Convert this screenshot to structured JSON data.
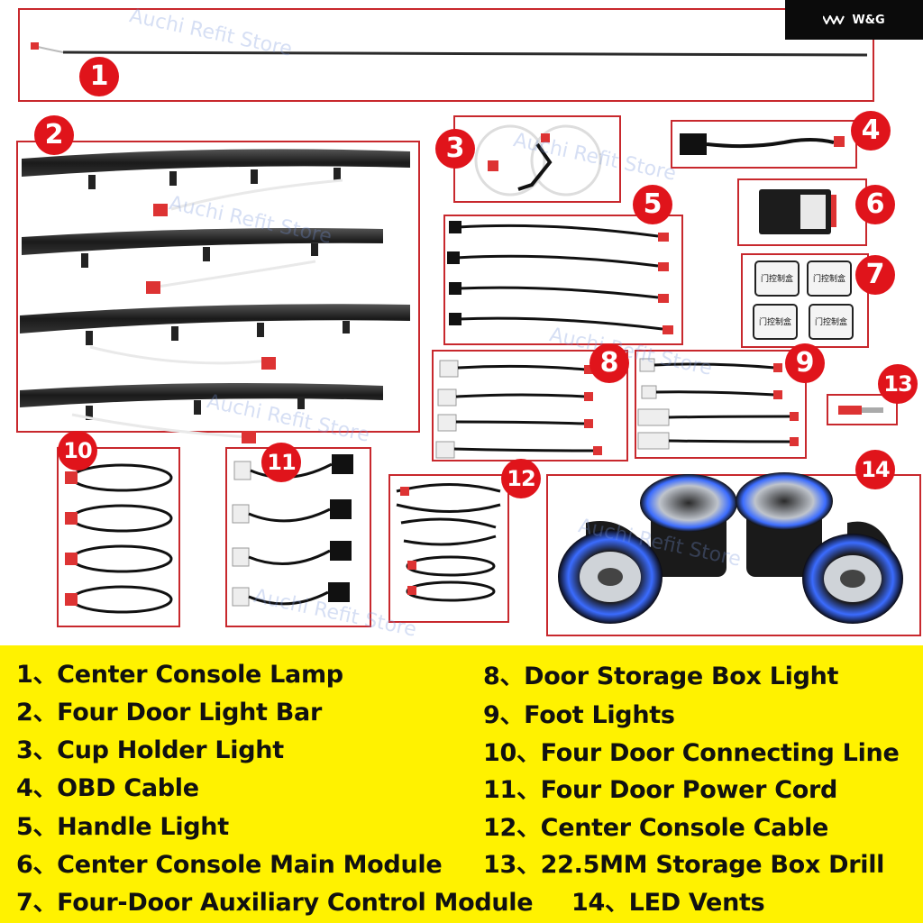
{
  "brand": {
    "logo_text": "W&G"
  },
  "watermark": "Auchi Refit Store",
  "badges": [
    "1",
    "2",
    "3",
    "4",
    "5",
    "6",
    "7",
    "8",
    "9",
    "10",
    "11",
    "12",
    "13",
    "14"
  ],
  "module_label": "门控制盒",
  "legend": [
    "1、Center Console Lamp",
    "2、Four Door Light Bar",
    "3、Cup Holder Light",
    "4、OBD Cable",
    "5、Handle Light",
    "6、Center Console Main Module",
    "7、Four-Door Auxiliary Control Module",
    "8、Door Storage Box Light",
    "9、Foot Lights",
    "10、Four Door Connecting Line",
    "11、Four Door Power Cord",
    "12、Center Console Cable",
    "13、22.5MM Storage Box Drill",
    "14、LED Vents"
  ],
  "colors": {
    "frame": "#c8282d",
    "badge": "#e0141b",
    "legend_bg": "#fff200",
    "vent_glow": "#3b6cff"
  }
}
